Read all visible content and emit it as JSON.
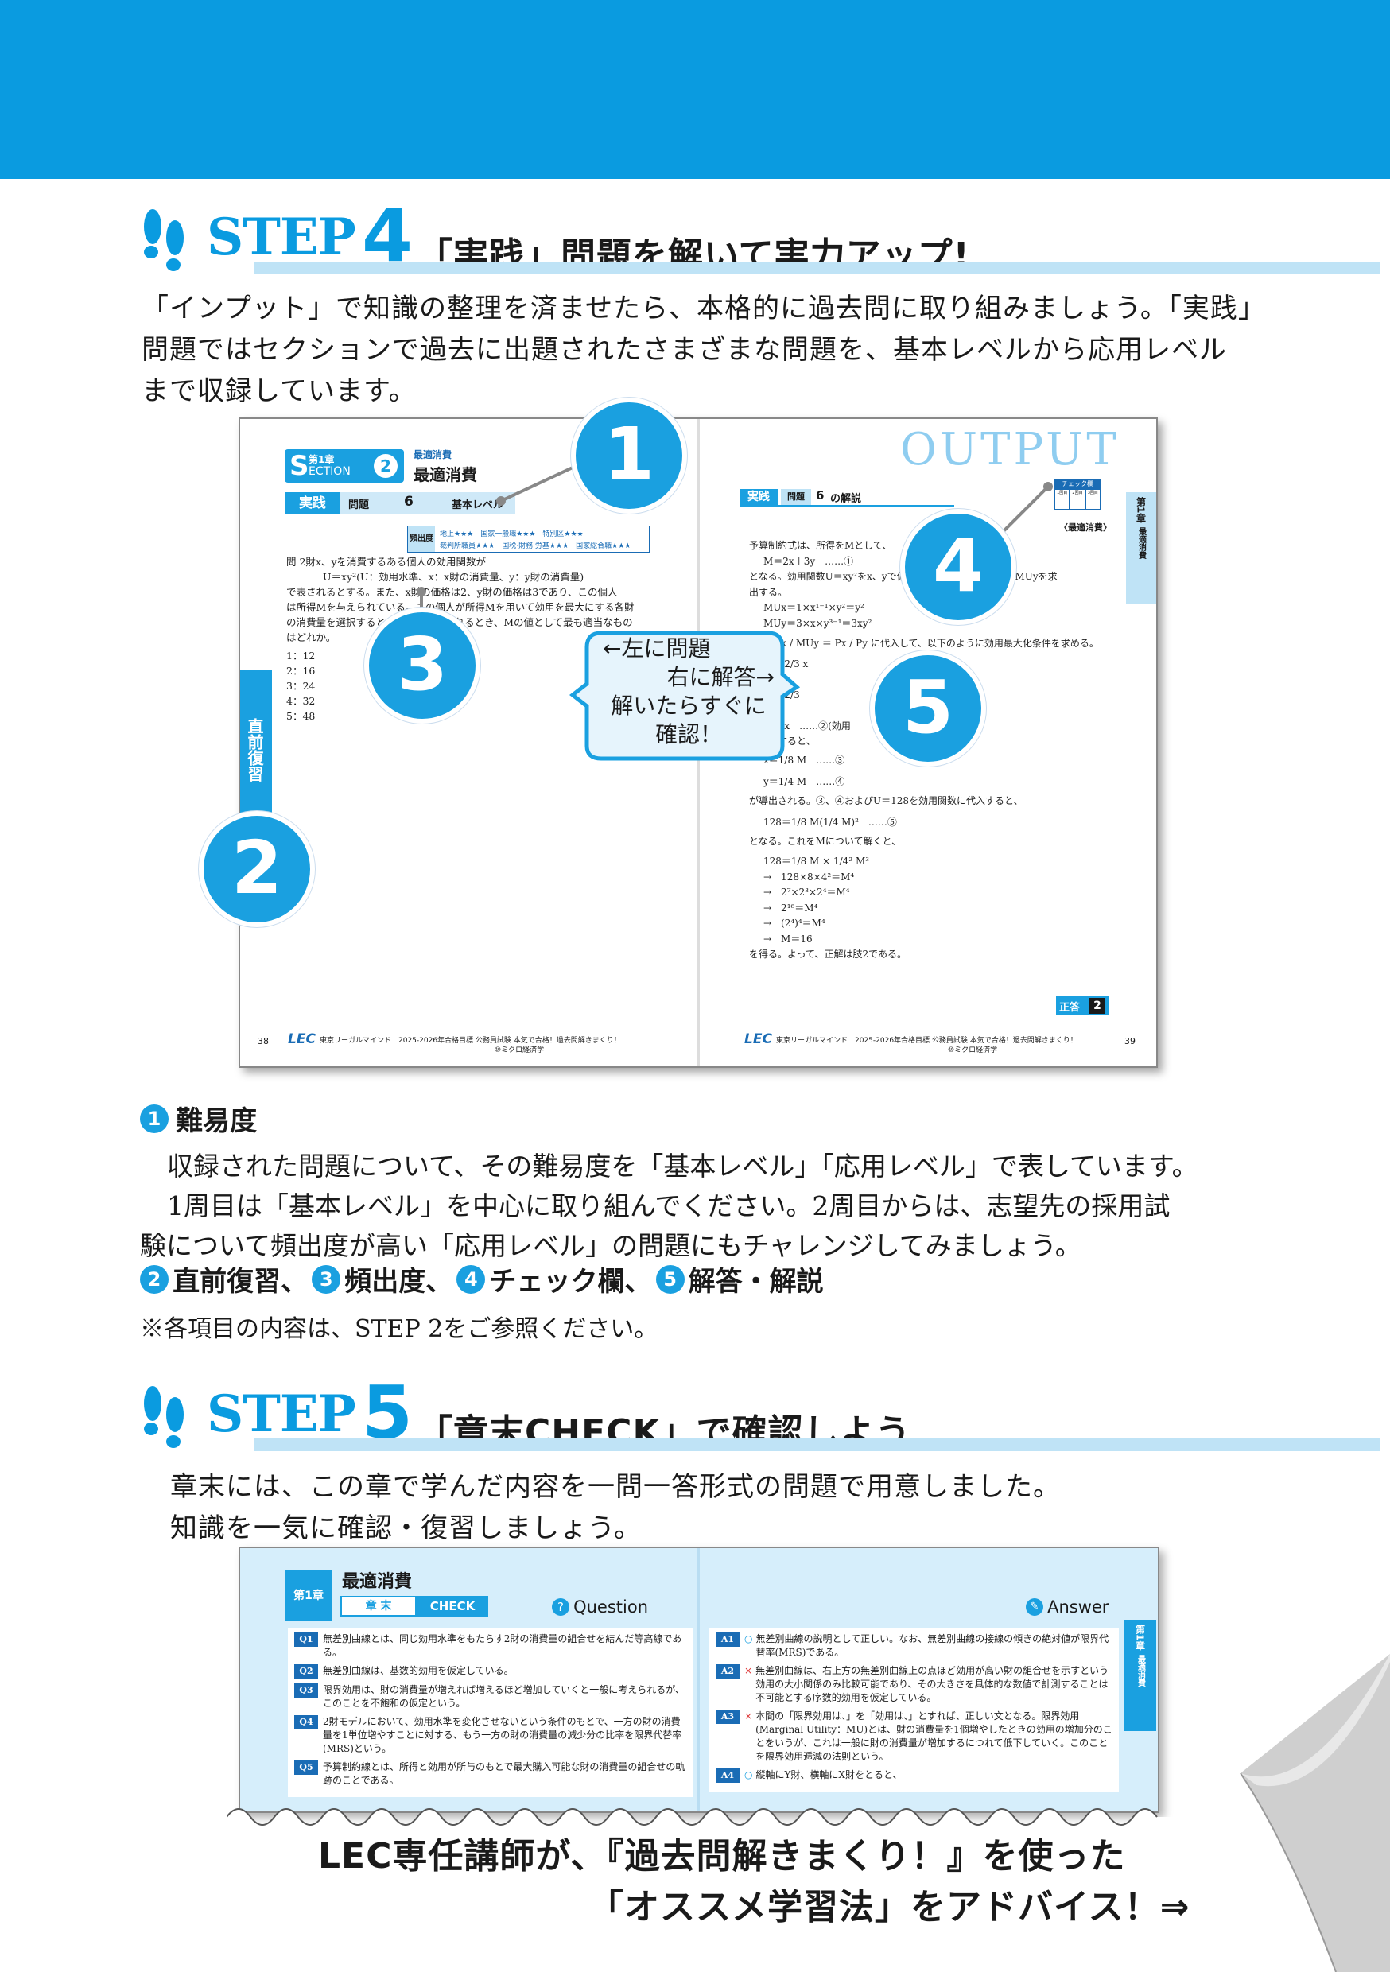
{
  "step4": {
    "word": "STEP",
    "num": "4",
    "title": "「実践」問題を解いて実力アップ!",
    "intro_lines": [
      "「インプット」で知識の整理を済ませたら、本格的に過去問に取り組みましょう。「実践」",
      "問題ではセクションで過去に出題されたさまざまな問題を、基本レベルから応用レベル",
      "まで収録しています。"
    ]
  },
  "spread1": {
    "left": {
      "chapter": "第1章",
      "section_word": "ECTION",
      "section_s": "S",
      "section_num": "2",
      "kicker": "最適消費",
      "heading": "最適消費",
      "tag": "実践",
      "problem_label": "問題",
      "problem_num": "6",
      "level": "基本レベル",
      "freq_label": "頻出度",
      "freq_row1": "地上★★★　国家一般職★★★　特別区★★★",
      "freq_row2": "裁判所職員★★★　国税·財務·労基★★★　国家総合職★★★",
      "question_lines": [
        "問 2財x、yを消費するある個人の効用関数が",
        "U＝xy²(U：効用水準、x：x財の消費量、y：y財の消費量)",
        "で表されるとする。また、x財の価格は2、y財の価格は3であり、この個人",
        "は所得Mを与えられている。この個人が所得Mを用いて効用を最大にする各財",
        "の消費量を選択するとき、効用を得られるとき、Mの値として最も適当なもの",
        "はどれか。"
      ],
      "choices": [
        "1：12",
        "2：16",
        "3：24",
        "4：32",
        "5：48"
      ],
      "side_label": "直前復習",
      "page_num": "38",
      "footer": "東京リーガルマインド　2025-2026年合格目標 公務員試験 本気で合格！過去問解きまくり！",
      "footer2": "⑩ミクロ経済学",
      "lec": "LEC"
    },
    "right": {
      "output": "OUTPUT",
      "tag": "実践",
      "problem_label": "問題",
      "problem_num": "6",
      "kai": "の解説",
      "check_label": "チェック欄",
      "check_cols": [
        "1回目",
        "2回目",
        "3回目"
      ],
      "topic": "〈最適消費〉",
      "side_ch": "第1章",
      "side_topic": "最適消費",
      "solution_lines": [
        "予算制約式は、所得をMとして、",
        "M＝2x＋3y　……①",
        "となる。効用関数U＝xy²をx、yで偏微分して限界効用MUx、MUyを求",
        "出する。",
        "MUx＝1×x¹⁻¹×y²＝y²",
        "MUy＝3×x×y³⁻¹＝3xy²",
        "MUx / MUy ＝ Px / Py に代入して、以下のように効用最大化条件を求める。",
        "y ＝ 2/3 x",
        "……",
        "x ＝ 2/3",
        "……",
        "x＝2x　……②(効用",
        "に代入すると、",
        "x＝1/8 M　……③",
        "y＝1/4 M　……④",
        "が導出される。③、④およびU＝128を効用関数に代入すると、",
        "128＝1/8 M(1/4 M)²　……⑤",
        "となる。これをMについて解くと、",
        "128＝1/8 M × 1/4² M³",
        "→　128×8×4²＝M⁴",
        "→　2⁷×2³×2⁴＝M⁴",
        "→　2¹⁶＝M⁴",
        "→　(2⁴)⁴＝M⁴",
        "→　M＝16",
        "を得る。よって、正解は肢2である。"
      ],
      "answer_label": "正答",
      "answer_num": "2",
      "page_num": "39",
      "footer": "東京リーガルマインド　2025-2026年合格目標 公務員試験 本気で合格！過去問解きまくり！",
      "footer2": "⑩ミクロ経済学",
      "lec": "LEC"
    },
    "callout_lines": [
      "←左に問題",
      "右に解答→",
      "解いたらすぐに",
      "確認！"
    ],
    "markers": [
      "1",
      "2",
      "3",
      "4",
      "5"
    ]
  },
  "legend": {
    "n1": "1",
    "h1": "難易度",
    "p1": [
      "収録された問題について、その難易度を「基本レベル」「応用レベル」で表しています。",
      "1周目は「基本レベル」を中心に取り組んでください。2周目からは、志望先の採用試",
      "験について頻出度が高い「応用レベル」の問題にもチャレンジしてみましょう。"
    ],
    "n2": "2",
    "h2": "直前復習、",
    "n3": "3",
    "h3": "頻出度、",
    "n4": "4",
    "h4": "チェック欄、",
    "n5": "5",
    "h5": "解答・解説",
    "note": "※各項目の内容は、STEP 2をご参照ください。"
  },
  "step5": {
    "word": "STEP",
    "num": "5",
    "title": "「章末CHECK」で確認しよう",
    "intro_lines": [
      "章末には、この章で学んだ内容を一問一答形式の問題で用意しました。",
      "知識を一気に確認・復習しましょう。"
    ]
  },
  "spread2": {
    "chapter": "第1章",
    "heading": "最適消費",
    "tab1": "章 末",
    "tab2": "CHECK",
    "q_label": "Question",
    "a_label": "Answer",
    "side_ch": "第1章",
    "side_topic": "最適消費",
    "questions": [
      {
        "tag": "Q1",
        "text": "無差別曲線とは、同じ効用水準をもたらす2財の消費量の組合せを結んだ等高線である。"
      },
      {
        "tag": "Q2",
        "text": "無差別曲線は、基数的効用を仮定している。"
      },
      {
        "tag": "Q3",
        "text": "限界効用は、財の消費量が増えれば増えるほど増加していくと一般に考えられるが、このことを不飽和の仮定という。"
      },
      {
        "tag": "Q4",
        "text": "2財モデルにおいて、効用水準を変化させないという条件のもとで、一方の財の消費量を1単位増やすことに対する、もう一方の財の消費量の減少分の比率を限界代替率(MRS)という。"
      },
      {
        "tag": "Q5",
        "text": "予算制約線とは、所得と効用が所与のもとで最大購入可能な財の消費量の組合せの軌跡のことである。"
      }
    ],
    "answers": [
      {
        "tag": "A1",
        "mark": "○",
        "text": "無差別曲線の説明として正しい。なお、無差別曲線の接線の傾きの絶対値が限界代替率(MRS)である。"
      },
      {
        "tag": "A2",
        "mark": "×",
        "text": "無差別曲線は、右上方の無差別曲線上の点ほど効用が高い財の組合せを示すという効用の大小関係のみ比較可能であり、その大きさを具体的な数値で計測することは不可能とする序数的効用を仮定している。"
      },
      {
        "tag": "A3",
        "mark": "×",
        "text": "本間の「限界効用は、」を「効用は、」とすれば、正しい文となる。限界効用(Marginal Utility：MU)とは、財の消費量を1個増やしたときの効用の増加分のことをいうが、これは一般に財の消費量が増加するにつれて低下していく。このことを限界効用逓減の法則という。"
      },
      {
        "tag": "A4",
        "mark": "○",
        "text": "縦軸にY財、横軸にX財をとると、"
      }
    ]
  },
  "cta": {
    "line1": "LEC専任講師が、『過去問解きまくり！』を使った",
    "line2": "「オススメ学習法」をアドバイス！⇒"
  },
  "colors": {
    "brand_blue": "#0a9be0",
    "light_blue": "#bfe3f6",
    "dark_blue": "#1a6cb5"
  }
}
